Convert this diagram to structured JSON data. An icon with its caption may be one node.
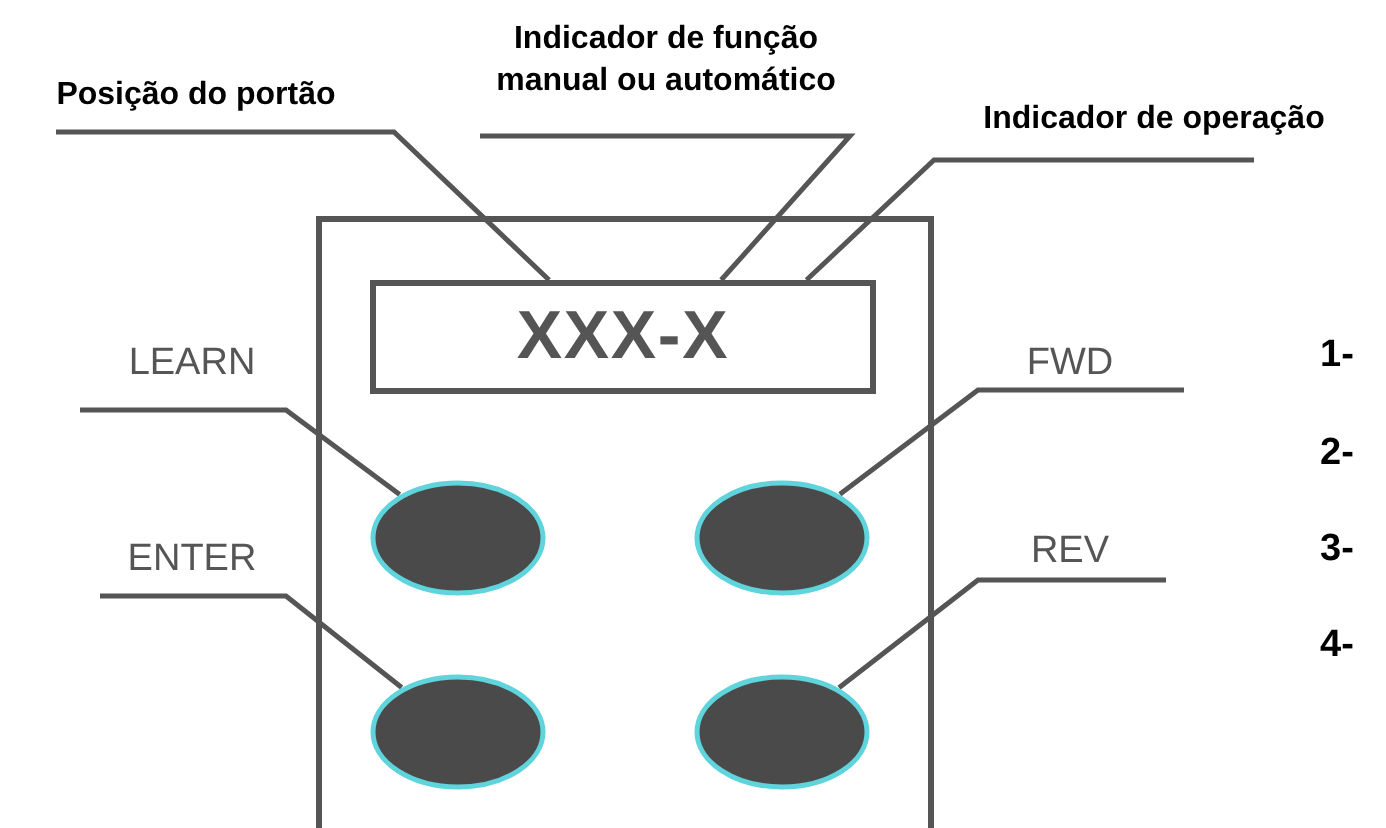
{
  "diagram": {
    "nodes": [
      {
        "text": [],
        "shape": "box"
      },
      {
        "text": [
          "XXX-X"
        ],
        "in": 0
      },
      {
        "text": [
          "Posição do portão"
        ]
      },
      {
        "text": [
          "Indicador de função manual ou automático"
        ]
      },
      {
        "text": [
          "Indicador de operação"
        ]
      },
      {
        "text": [
          "LEARN"
        ]
      },
      {
        "text": [
          "FWD"
        ]
      },
      {
        "text": [
          "ENTER"
        ]
      },
      {
        "text": [
          "REV"
        ]
      },
      {
        "text": [],
        "shape": "ellipse",
        "in": 0
      },
      {
        "text": [],
        "shape": "ellipse",
        "in": 0
      },
      {
        "text": [],
        "shape": "ellipse",
        "in": 0
      },
      {
        "text": [],
        "shape": "ellipse",
        "in": 0
      }
    ],
    "edges": [
      {
        "from": 2,
        "to": 1,
        "arrow": "none"
      },
      {
        "from": 3,
        "to": 1,
        "arrow": "none"
      },
      {
        "from": 4,
        "to": 1,
        "arrow": "none"
      },
      {
        "from": 5,
        "to": 9,
        "arrow": "none"
      },
      {
        "from": 6,
        "to": 10,
        "arrow": "none"
      },
      {
        "from": 7,
        "to": 11,
        "arrow": "none"
      },
      {
        "from": 8,
        "to": 12,
        "arrow": "none"
      }
    ],
    "labels": [
      "1-",
      "2-",
      "3-",
      "4-"
    ]
  }
}
